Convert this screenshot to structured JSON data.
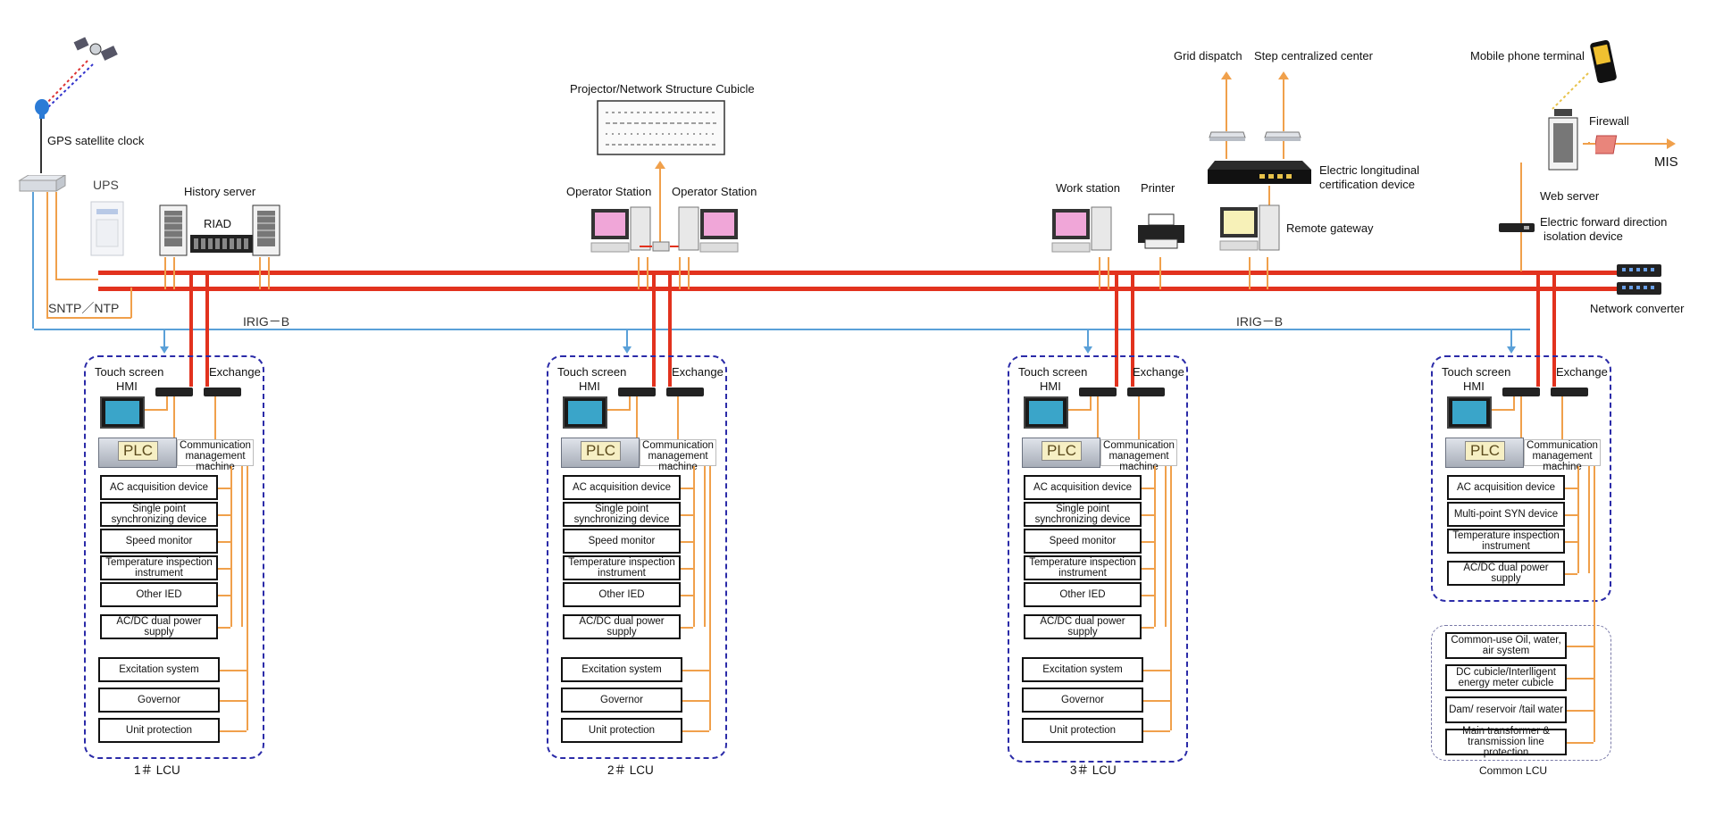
{
  "top": {
    "gps": "GPS satellite clock",
    "ups": "UPS",
    "history_server": "History server",
    "riad": "RIAD",
    "projector": "Projector/Network Structure Cubicle",
    "operator_station_1": "Operator Station",
    "operator_station_2": "Operator Station",
    "work_station": "Work station",
    "printer": "Printer",
    "grid_dispatch": "Grid dispatch",
    "step_center": "Step centralized center",
    "elec_long_1": "Electric longitudinal",
    "elec_long_2": "certification device",
    "remote_gateway": "Remote gateway",
    "mobile": "Mobile phone terminal",
    "firewall": "Firewall",
    "mis": "MIS",
    "web_server": "Web server",
    "efd_1": "Electric forward direction",
    "efd_2": "isolation device",
    "network_converter": "Network converter",
    "sntp": "SNTP／NTP",
    "irig_left": "IRIG－B",
    "irig_right": "IRIG－B"
  },
  "lcu_common_labels": {
    "touch_screen": "Touch screen",
    "hmi": "HMI",
    "exchange": "Exchange",
    "plc": "PLC",
    "comm_1": "Communication",
    "comm_2": "management machine"
  },
  "lcus": [
    {
      "name": "1＃  LCU",
      "devices": [
        "AC acquisition device",
        "Single point synchronizing device",
        "Speed monitor",
        "Temperature inspection instrument",
        "Other IED",
        "AC/DC dual power supply"
      ],
      "extra": [
        "Excitation system",
        "Governor",
        "Unit protection"
      ]
    },
    {
      "name": "2＃  LCU",
      "devices": [
        "AC acquisition device",
        "Single point synchronizing device",
        "Speed monitor",
        "Temperature inspection instrument",
        "Other IED",
        "AC/DC dual power supply"
      ],
      "extra": [
        "Excitation system",
        "Governor",
        "Unit protection"
      ]
    },
    {
      "name": "3＃  LCU",
      "devices": [
        "AC acquisition device",
        "Single point synchronizing device",
        "Speed monitor",
        "Temperature inspection instrument",
        "Other IED",
        "AC/DC dual power supply"
      ],
      "extra": [
        "Excitation system",
        "Governor",
        "Unit protection"
      ]
    },
    {
      "name": "Common  LCU",
      "devices": [
        "AC acquisition device",
        "Multi-point SYN device",
        "Temperature inspection instrument",
        "AC/DC dual power supply"
      ],
      "extra": [
        "Common-use Oil, water, air system",
        "DC cubicle/Interlligent energy meter cubicle",
        "Dam/ reservoir /tail water",
        "Main transformer & transmission line protection"
      ]
    }
  ],
  "colors": {
    "network_bus": "#e2321e",
    "signal_wire": "#f0a04b",
    "time_sync": "#5aa0d8",
    "lcu_frame": "#2b2ba8"
  }
}
